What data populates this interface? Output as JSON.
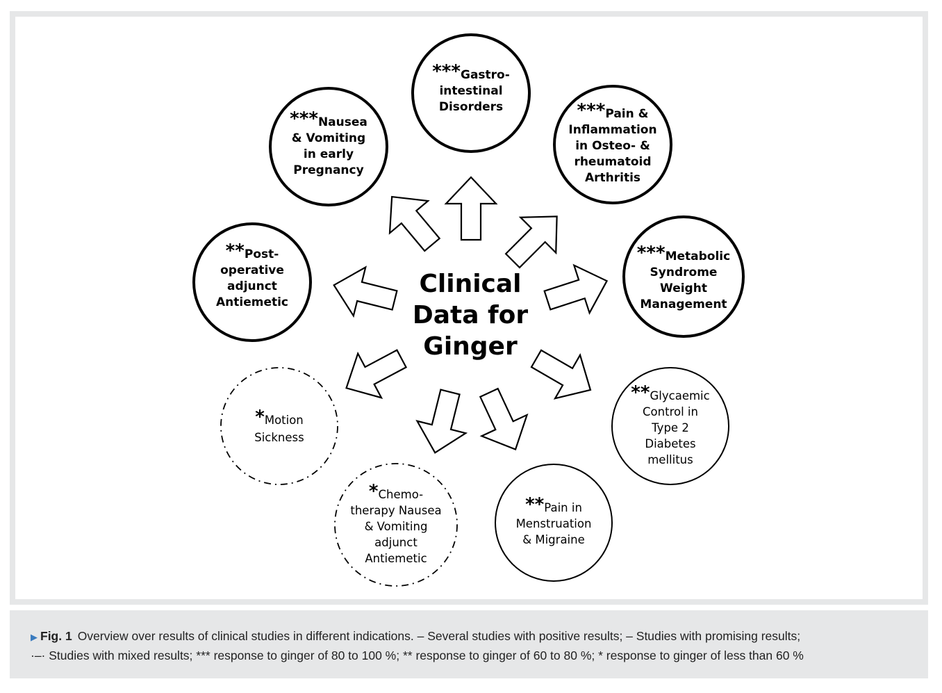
{
  "colors": {
    "accent": "#3a7bbf",
    "frame": "#e6e7e8",
    "ink": "#000000"
  },
  "center_label": [
    "Clinical",
    "Data for",
    "Ginger"
  ],
  "nodes": [
    {
      "id": "gastro",
      "line_style": "solid",
      "stars": "***",
      "lines": [
        "Gastro-",
        "intestinal",
        "Disorders"
      ]
    },
    {
      "id": "pain-inflammation",
      "line_style": "solid",
      "stars": "***",
      "lines": [
        "Pain &",
        "Inflammation",
        "in Osteo- &",
        "rheumatoid",
        "Arthritis"
      ]
    },
    {
      "id": "metabolic",
      "line_style": "solid",
      "stars": "***",
      "lines": [
        "Metabolic",
        "Syndrome",
        "Weight",
        "Management"
      ]
    },
    {
      "id": "glycaemic",
      "line_style": "thin",
      "stars": "**",
      "lines": [
        "Glycaemic",
        "Control in",
        "Type 2",
        "Diabetes",
        "mellitus"
      ]
    },
    {
      "id": "menstruation",
      "line_style": "thin",
      "stars": "**",
      "lines": [
        "Pain in",
        "Menstruation",
        "& Migraine"
      ]
    },
    {
      "id": "chemotherapy",
      "line_style": "dash-dot",
      "stars": "*",
      "lines": [
        "Chemo-",
        "therapy Nausea",
        "& Vomiting",
        "adjunct",
        "Antiemetic"
      ]
    },
    {
      "id": "motion",
      "line_style": "dash-dot",
      "stars": "*",
      "lines": [
        "Motion",
        "Sickness"
      ]
    },
    {
      "id": "postoperative",
      "line_style": "solid",
      "stars": "**",
      "lines": [
        "Post-",
        "operative",
        "adjunct",
        "Antiemetic"
      ]
    },
    {
      "id": "pregnancy",
      "line_style": "solid",
      "stars": "***",
      "lines": [
        "Nausea",
        "& Vomiting",
        "in early",
        "Pregnancy"
      ]
    }
  ],
  "caption": {
    "marker": "▶",
    "label": "Fig. 1",
    "text_line1": "Overview over results of clinical studies in different indications. – Several studies with positive results; – Studies with promising results;",
    "text_line2": "·–· Studies with mixed results; *** response to ginger of 80 to 100 %; ** response to ginger of 60 to 80 %; * response to ginger of less than 60 %"
  }
}
